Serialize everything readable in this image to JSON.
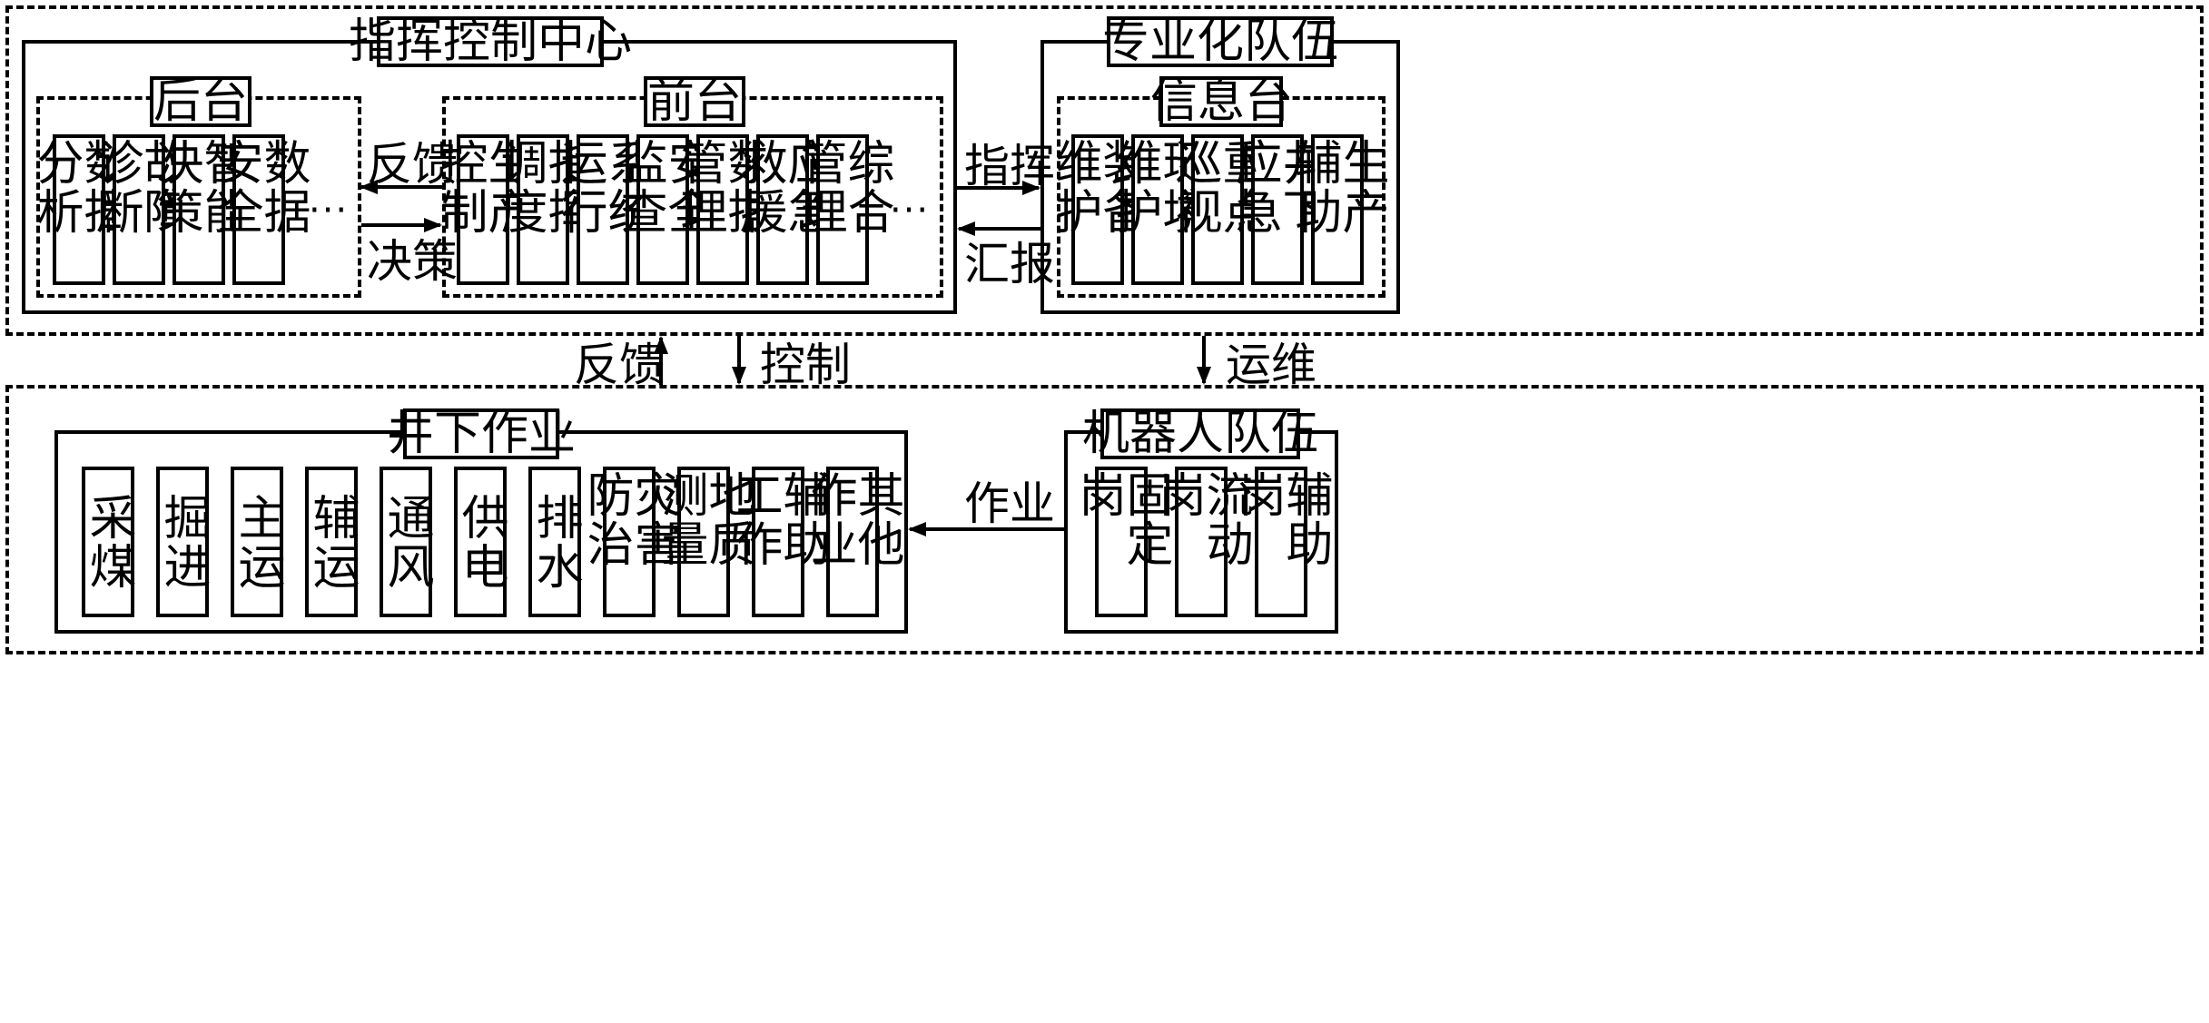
{
  "command_center": {
    "title": "指挥控制中心",
    "backend": {
      "title": "后台",
      "items": [
        "数据分析",
        "故障诊断",
        "智能决策",
        "数据安全"
      ],
      "ellipsis": "···"
    },
    "frontend": {
      "title": "前台",
      "items": [
        "生产控制",
        "指挥调度",
        "系统运行",
        "安全监查",
        "数据管理",
        "应急救援",
        "综合管理"
      ],
      "ellipsis": "···"
    },
    "feedback_label": "反馈",
    "decision_label": "决策"
  },
  "pro_team": {
    "title": "专业化队伍",
    "info_desk": {
      "title": "信息台",
      "items": [
        "装备维护",
        "环境维护",
        "重点巡视",
        "井下应急",
        "生产辅助"
      ]
    }
  },
  "command_label": "指挥",
  "report_label": "汇报",
  "feedback_label": "反馈",
  "control_label": "控制",
  "ops_label": "运维",
  "work_label": "作业",
  "underground": {
    "title": "井下作业",
    "items": [
      "采煤",
      "掘进",
      "主运",
      "辅运",
      "通风",
      "供电",
      "排水",
      "灾害防治",
      "地质测量",
      "辅助工作",
      "其他作业"
    ]
  },
  "robot_team": {
    "title": "机器人队伍",
    "items": [
      "固定岗",
      "流动岗",
      "辅助岗"
    ]
  }
}
